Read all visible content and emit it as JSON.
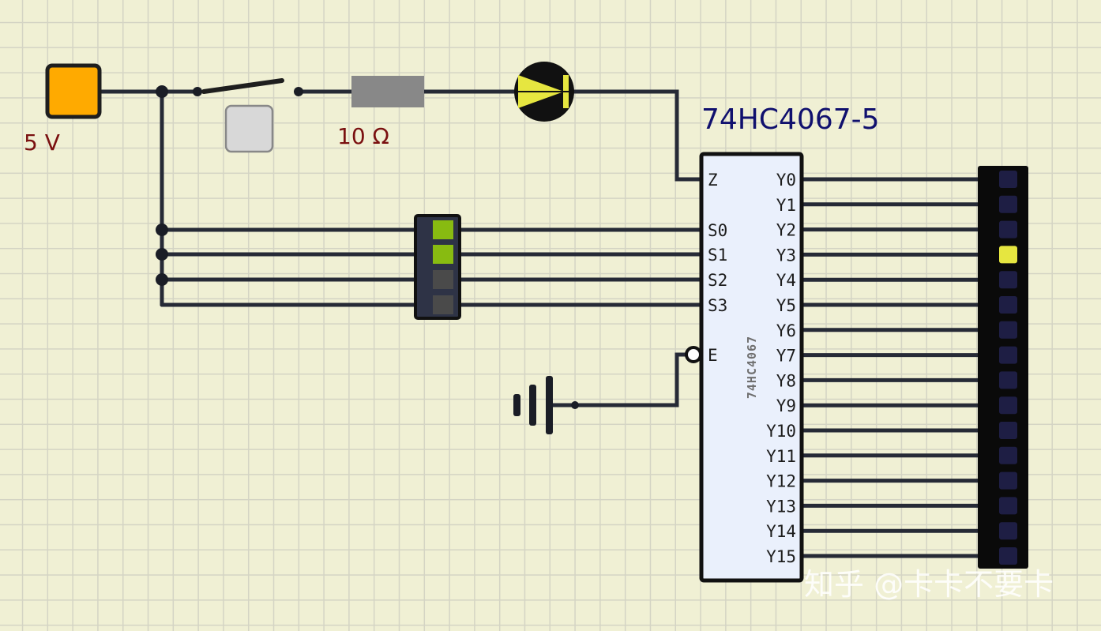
{
  "power_source": {
    "label": "5 V",
    "color": "#ffaa00"
  },
  "resistor": {
    "label": "10 Ω"
  },
  "chip": {
    "title": "74HC4067-5",
    "part": "74HC4067",
    "left_pins": [
      "Z",
      "S0",
      "S1",
      "S2",
      "S3",
      "E"
    ],
    "right_pins": [
      "Y0",
      "Y1",
      "Y2",
      "Y3",
      "Y4",
      "Y5",
      "Y6",
      "Y7",
      "Y8",
      "Y9",
      "Y10",
      "Y11",
      "Y12",
      "Y13",
      "Y14",
      "Y15"
    ]
  },
  "dip_switch": {
    "states": [
      true,
      true,
      false,
      false
    ],
    "on_color": "#88bb11",
    "off_color": "#4a4a4a"
  },
  "led_bar": {
    "active_index": 3,
    "on_color": "#e6e640",
    "off_color": "#1e1e44"
  },
  "watermark": "知乎 @卡卡不要卡"
}
